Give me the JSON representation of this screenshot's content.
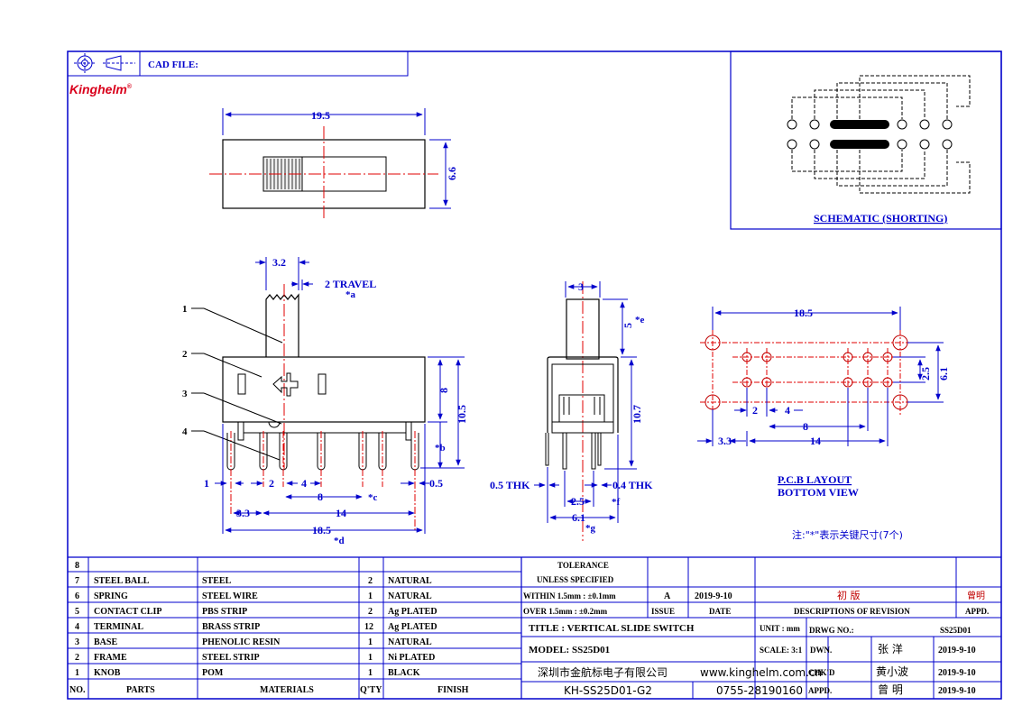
{
  "header": {
    "cad_file": "CAD FILE:",
    "brand": "Kinghelm",
    "brand_mark": "®"
  },
  "colors": {
    "line": "#0000cc",
    "center": "#e00000",
    "draw": "#000000",
    "brand": "#d9001b"
  },
  "icons": [
    "projection-symbol-icon"
  ],
  "top_view": {
    "width": "19.5",
    "height": "6.6"
  },
  "front_view": {
    "knob_w": "3.2",
    "travel": "2 TRAVEL",
    "travel_note": "*a",
    "h8": "8",
    "h105": "10.5",
    "tb": "*b",
    "d1": "1",
    "d2": "2",
    "d4": "4",
    "d8": "8",
    "tc": "*c",
    "d05": "0.5",
    "d33": "3.3",
    "d14": "14",
    "d185": "18.5",
    "td": "*d",
    "callouts": [
      "1",
      "2",
      "3",
      "4"
    ]
  },
  "side_view": {
    "top3": "3",
    "e5": "5",
    "te": "*e",
    "h107": "10.7",
    "thk05": "0.5 THK",
    "thk04": "0.4 THK",
    "d25": "2.5",
    "tf": "*f",
    "d61": "6.1",
    "tg": "*g"
  },
  "pcb": {
    "d185": "18.5",
    "d25": "2.5",
    "d61": "6.1",
    "d2": "2",
    "d4": "4",
    "d8": "8",
    "d33": "3.3",
    "d14": "14",
    "title1": "P.C.B LAYOUT",
    "title2": "BOTTOM VIEW",
    "note": "注:\"*\"表示关键尺寸(7个)"
  },
  "schematic": {
    "title": "SCHEMATIC (SHORTING)"
  },
  "bom": [
    {
      "no": "8",
      "part": "",
      "material": "",
      "qty": "",
      "finish": ""
    },
    {
      "no": "7",
      "part": "STEEL BALL",
      "material": "STEEL",
      "qty": "2",
      "finish": "NATURAL"
    },
    {
      "no": "6",
      "part": "SPRING",
      "material": "STEEL WIRE",
      "qty": "1",
      "finish": "NATURAL"
    },
    {
      "no": "5",
      "part": "CONTACT CLIP",
      "material": "PBS STRIP",
      "qty": "2",
      "finish": "Ag PLATED"
    },
    {
      "no": "4",
      "part": "TERMINAL",
      "material": "BRASS STRIP",
      "qty": "12",
      "finish": "Ag PLATED"
    },
    {
      "no": "3",
      "part": "BASE",
      "material": "PHENOLIC RESIN",
      "qty": "1",
      "finish": "NATURAL"
    },
    {
      "no": "2",
      "part": "FRAME",
      "material": "STEEL STRIP",
      "qty": "1",
      "finish": "Ni PLATED"
    },
    {
      "no": "1",
      "part": "KNOB",
      "material": "POM",
      "qty": "1",
      "finish": "BLACK"
    }
  ],
  "bom_header": {
    "no": "NO.",
    "parts": "PARTS",
    "materials": "MATERIALS",
    "qty": "Q'TY",
    "finish": "FINISH"
  },
  "tolerance": {
    "l1": "TOLERANCE",
    "l2": "UNLESS  SPECIFIED",
    "within": "WITHIN 1.5mm : ±0.1mm",
    "over": "OVER 1.5mm : ±0.2mm"
  },
  "revision": {
    "issue": "A",
    "date": "2019-9-10",
    "desc": "初    版",
    "appd": "曾明",
    "h_issue": "ISSUE",
    "h_date": "DATE",
    "h_desc": "DESCRIPTIONS OF REVISION",
    "h_appd": "APPD."
  },
  "title_block": {
    "title": "TITLE :  VERTICAL SLIDE SWITCH",
    "model": "MODEL:  SS25D01",
    "company": "深圳市金航标电子有限公司",
    "website": "www.kinghelm.com.cn",
    "drawing_code": "KH-SS25D01-G2",
    "phone": "0755-28190160",
    "unit_label": "UNIT :  mm",
    "scale_label": "SCALE:  3:1",
    "drwg_no_label": "DRWG NO.:",
    "drwg_no": "SS25D01",
    "dwn_label": "DWN.",
    "dwn_name": "张  洋",
    "dwn_date": "2019-9-10",
    "chkd_label": "CHK'D",
    "chkd_name": "黄小波",
    "chkd_date": "2019-9-10",
    "appd_label": "APPD.",
    "appd_name": "曾  明",
    "appd_date": "2019-9-10"
  }
}
